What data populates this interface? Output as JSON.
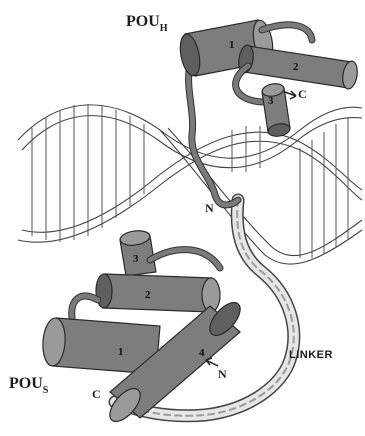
{
  "domains": {
    "pou_h": {
      "main": "POU",
      "subscript": "H"
    },
    "pou_s": {
      "main": "POU",
      "subscript": "S"
    }
  },
  "helices": {
    "h1": "1",
    "h2": "2",
    "h3": "3",
    "s1": "1",
    "s2": "2",
    "s3": "3",
    "s4": "4"
  },
  "termini": {
    "h_n": "N",
    "h_c": "C",
    "s_n": "N",
    "s_c": "C"
  },
  "linker": "LINKER",
  "colors": {
    "helix": "#7d7d7d",
    "linker": "#e6e6e6",
    "dna": "#444444"
  }
}
